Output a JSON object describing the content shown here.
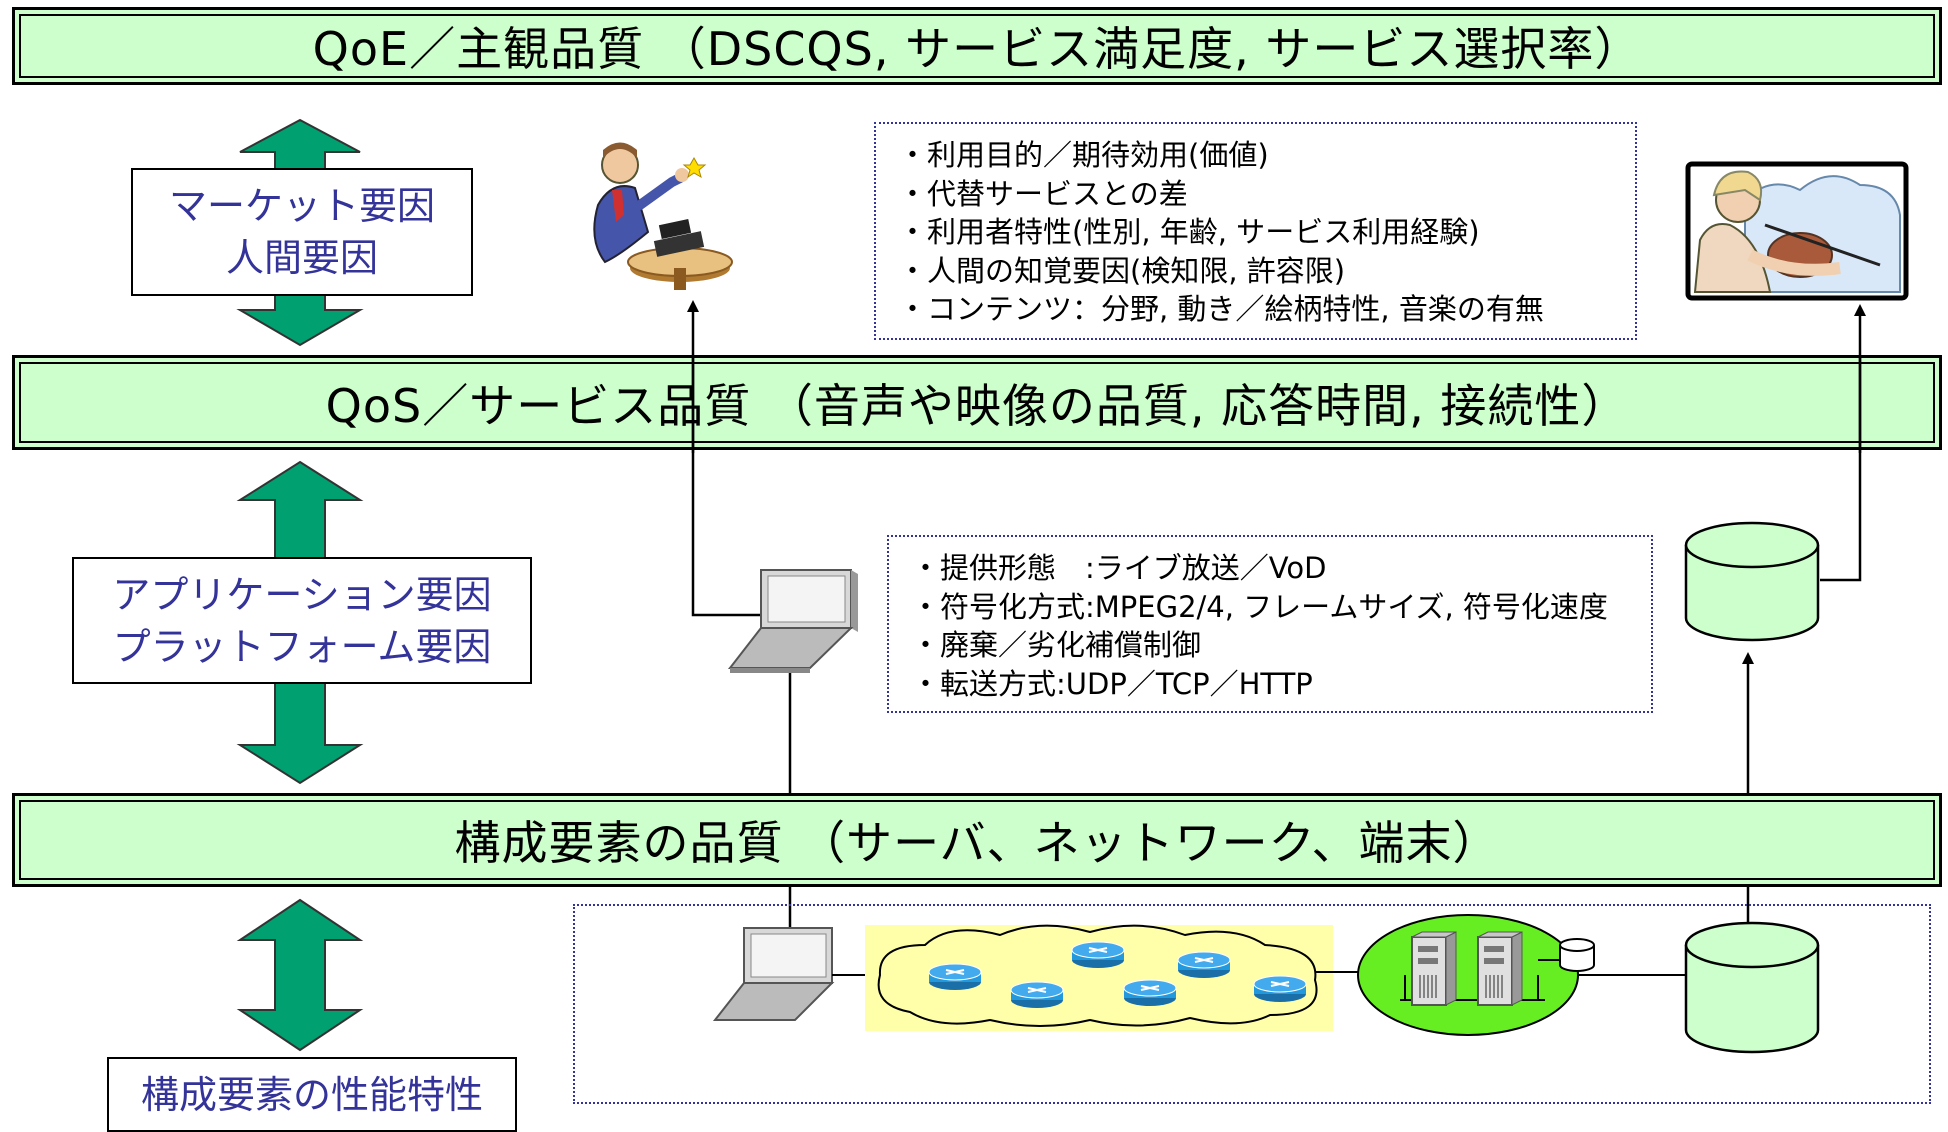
{
  "layers": {
    "qoe": "QoE／主観品質 （DSCQS, サービス満足度, サービス選択率）",
    "qos": "QoS／サービス品質 （音声や映像の品質, 応答時間, 接続性）",
    "component": "構成要素の品質 （サーバ、ネットワーク、端末）"
  },
  "factors": {
    "market": {
      "line1": "マーケット要因",
      "line2": "人間要因"
    },
    "application": {
      "line1": "アプリケーション要因",
      "line2": "プラットフォーム要因"
    },
    "performance": {
      "line1": "構成要素の性能特性"
    }
  },
  "user_factors": {
    "items": [
      "・利用目的／期待効用(価値)",
      "・代替サービスとの差",
      "・利用者特性(性別, 年齢, サービス利用経験)",
      "・人間の知覚要因(検知限, 許容限)",
      "・コンテンツ：分野, 動き／絵柄特性, 音楽の有無"
    ]
  },
  "service_factors": {
    "items": [
      "・提供形態　:ライブ放送／VoD",
      "・符号化方式:MPEG2/4, フレームサイズ, 符号化速度",
      "・廃棄／劣化補償制御",
      "・転送方式:UDP／TCP／HTTP"
    ]
  },
  "colors": {
    "layer_fill": "#ccffcc",
    "arrow_fill": "#00a070",
    "factor_text": "#333399",
    "cloud_fill": "#ffffaa",
    "lan_fill": "#66ee22",
    "router_fill": "#2299dd"
  },
  "icons": [
    "businessman-clipart-icon",
    "violinist-clipart-icon",
    "laptop-icon",
    "database-icon",
    "router-icon",
    "server-icon"
  ]
}
